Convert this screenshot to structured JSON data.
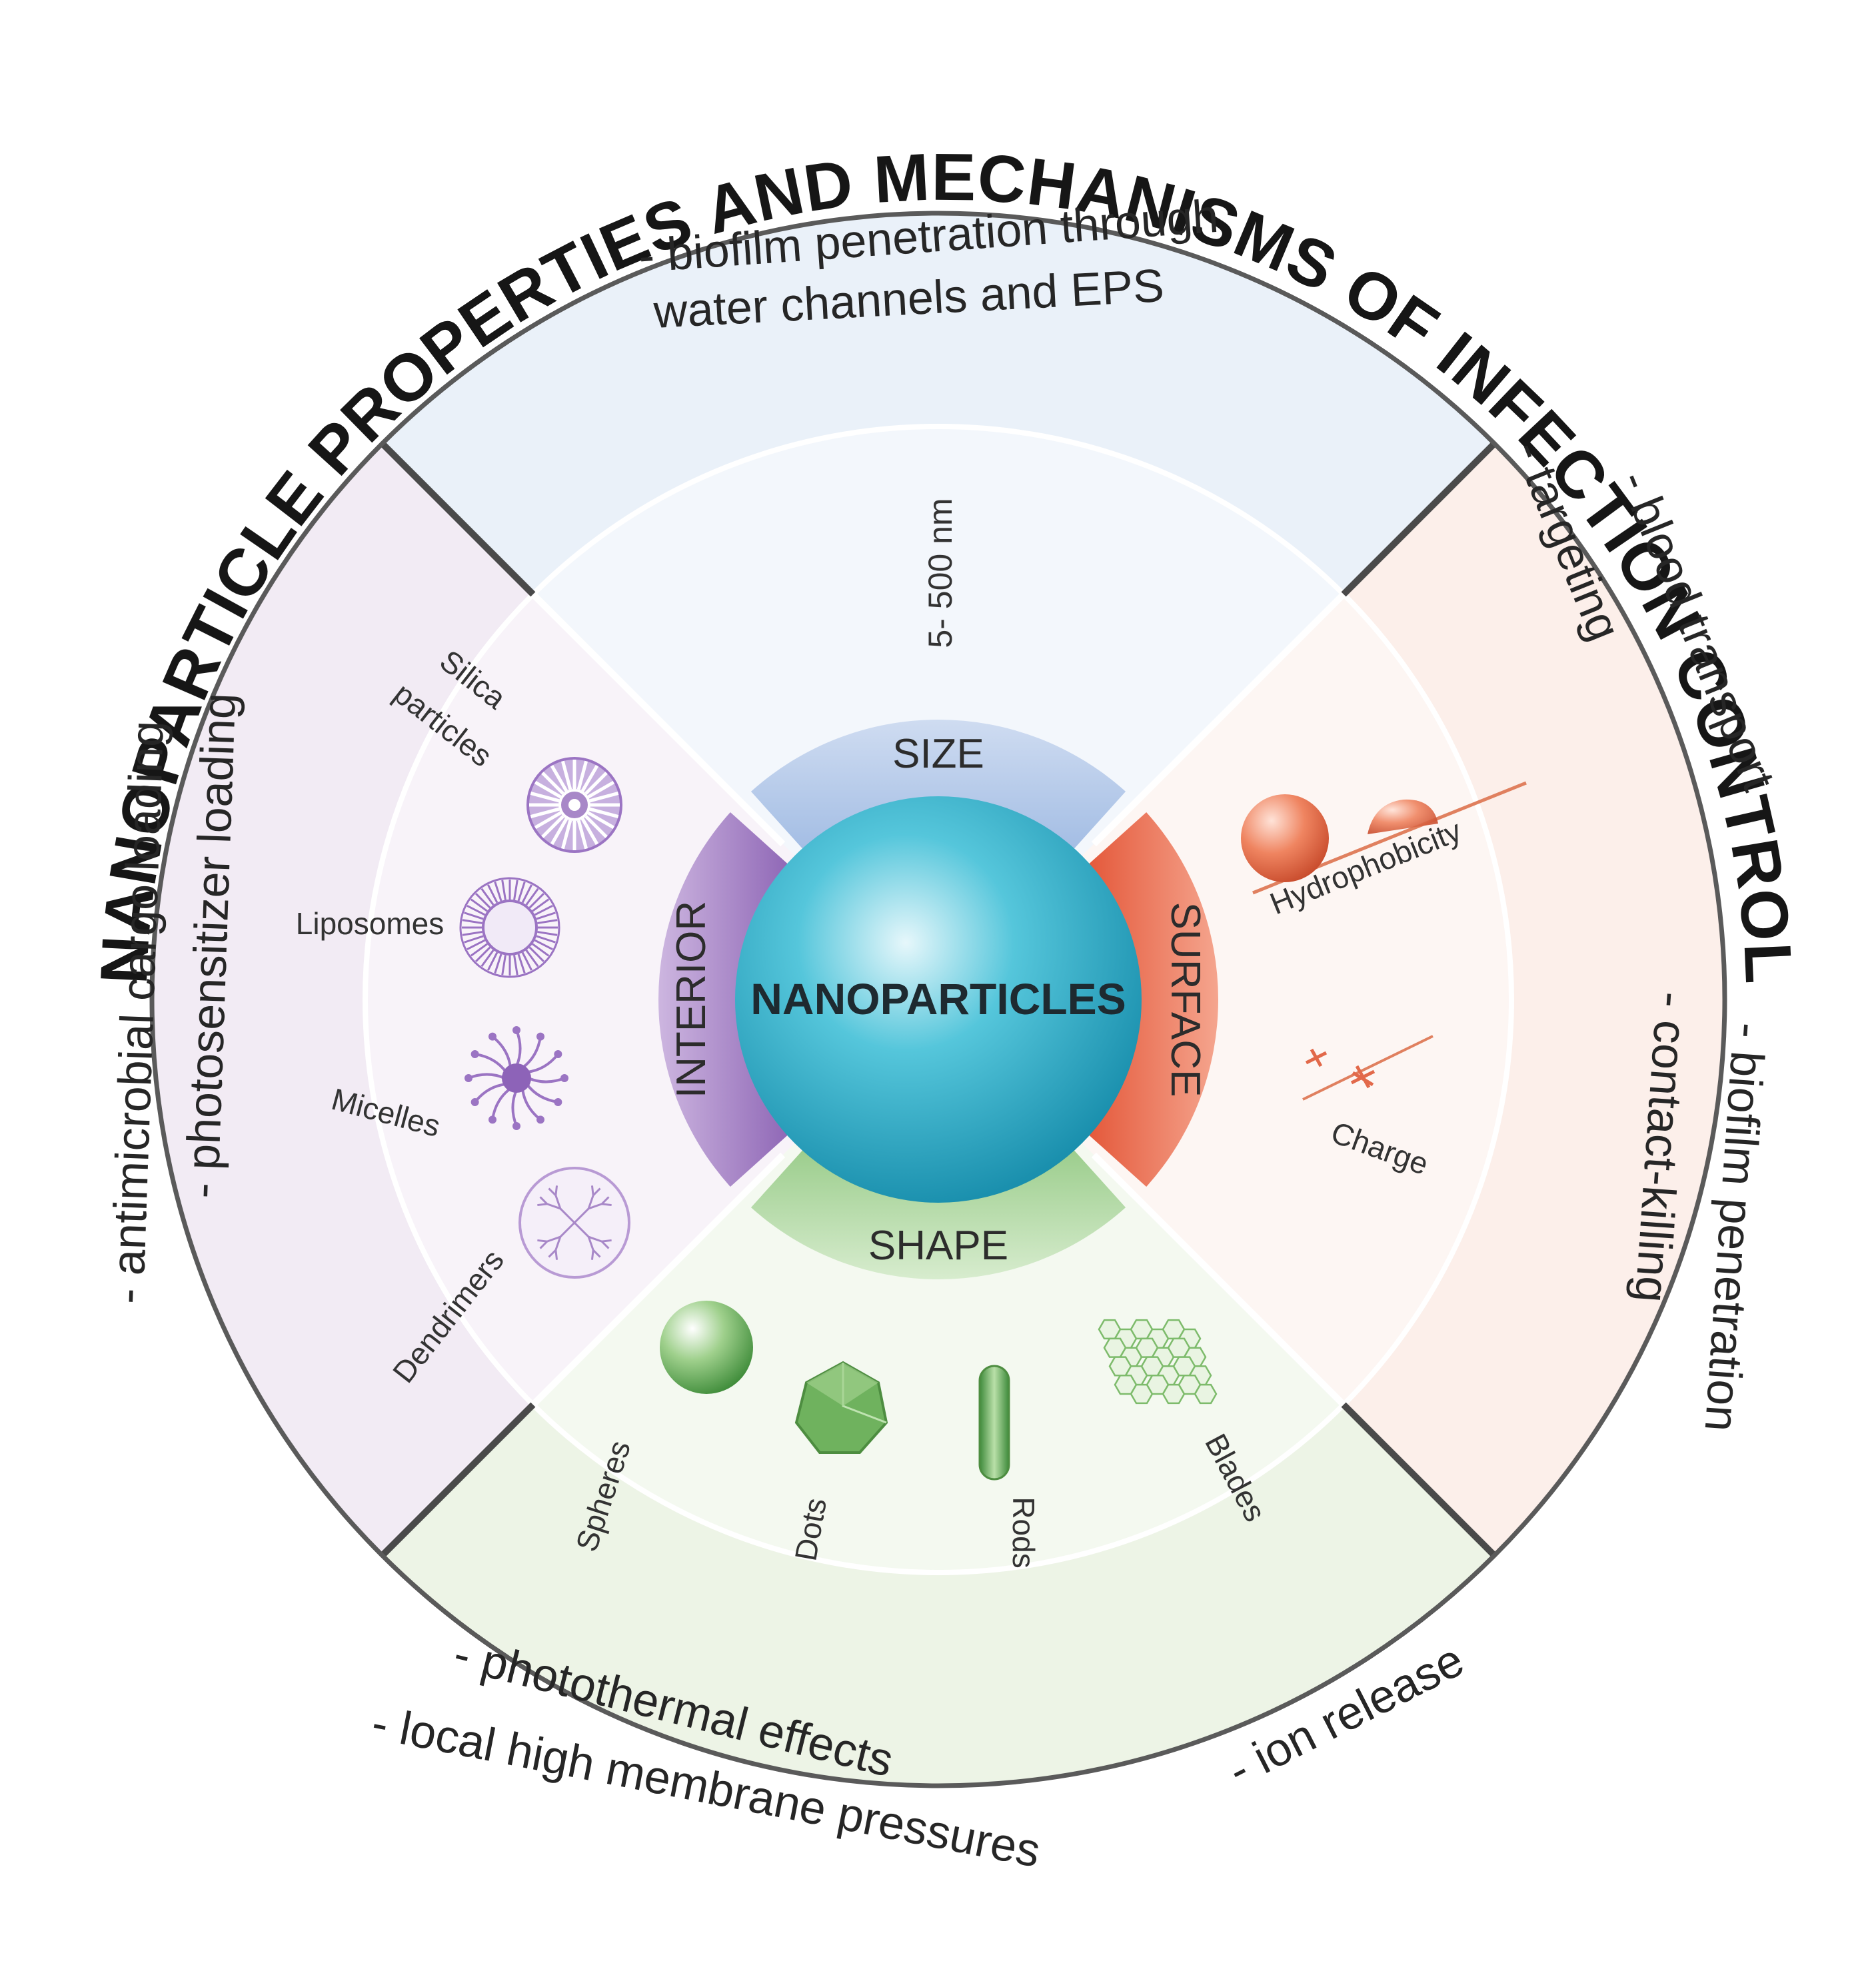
{
  "title": "NANOPARTICLE PROPERTIES AND MECHANISMS OF INFECTION CONTROL",
  "center": {
    "label": "NANOPARTICLES"
  },
  "bands": {
    "size": "SIZE",
    "surface": "SURFACE",
    "shape": "SHAPE",
    "interior": "INTERIOR"
  },
  "size_range": "5- 500 nm",
  "surface_items": {
    "hydrophobicity": "Hydrophobicity",
    "charge": "Charge"
  },
  "interior_items": {
    "silica_line1": "Silica",
    "silica_line2": "particles",
    "liposomes": "Liposomes",
    "micelles": "Micelles",
    "dendrimers": "Dendrimers"
  },
  "shape_items": {
    "spheres": "Spheres",
    "dots": "Dots",
    "rods": "Rods",
    "blades": "Blades"
  },
  "outer_mechanisms": {
    "top_line1": "- biofilm penetration through",
    "top_line2": "water channels and EPS",
    "right_a1": "- blood transport",
    "right_a2": "- targeting",
    "right_b1": "- biofilm penetration",
    "right_b2": "- contact-killing",
    "bottom_a1": "- photothermal effects",
    "bottom_a2": "- local high membrane pressures",
    "bottom_b": "- ion release",
    "left_a1": "- antimicrobial cargo loading",
    "left_a2": "- photosensitizer loading"
  },
  "colors": {
    "size": "#a9c4e8",
    "surface": "#e9735a",
    "shape": "#a8d39a",
    "interior": "#a888c8",
    "center": "#2aa9c2",
    "top_sector": "#eaf1f9",
    "right_sector": "#fcefea",
    "bottom_sector": "#edf4e6",
    "left_sector": "#f2ebf4"
  }
}
